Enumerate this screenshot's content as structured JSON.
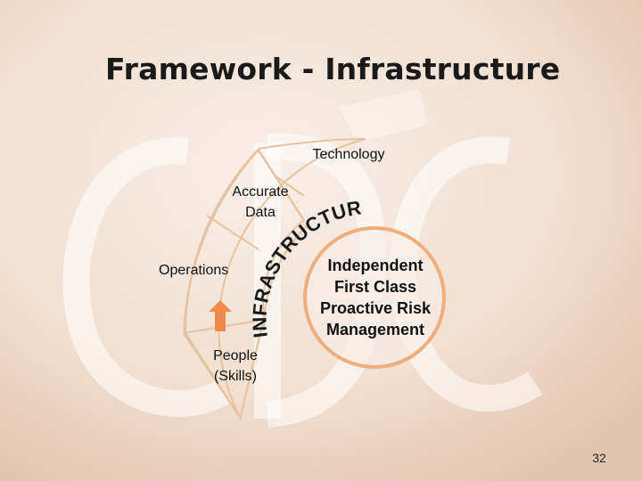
{
  "slide": {
    "title": "Framework - Infrastructure",
    "page_number": "32"
  },
  "diagram": {
    "segments": [
      "Technology",
      "Accurate Data",
      "Operations",
      "People (Skills)"
    ],
    "segment_labels": {
      "technology": "Technology",
      "accurate_data_line1": "Accurate",
      "accurate_data_line2": "Data",
      "operations": "Operations",
      "people_line1": "People",
      "people_line2": "(Skills)"
    },
    "arc_text": "INFRASTRUCTURE",
    "center": {
      "line1": "Independent",
      "line2": "First Class",
      "line3": "Proactive Risk",
      "line4": "Management"
    },
    "arrow_icon": "up-arrow-icon"
  },
  "colors": {
    "background": "#f3e4d8",
    "fan_stroke": "#e7c2a0",
    "circle_stroke": "#efae7c",
    "arrow": "#f28a4e",
    "watermark": "#ffffff"
  }
}
